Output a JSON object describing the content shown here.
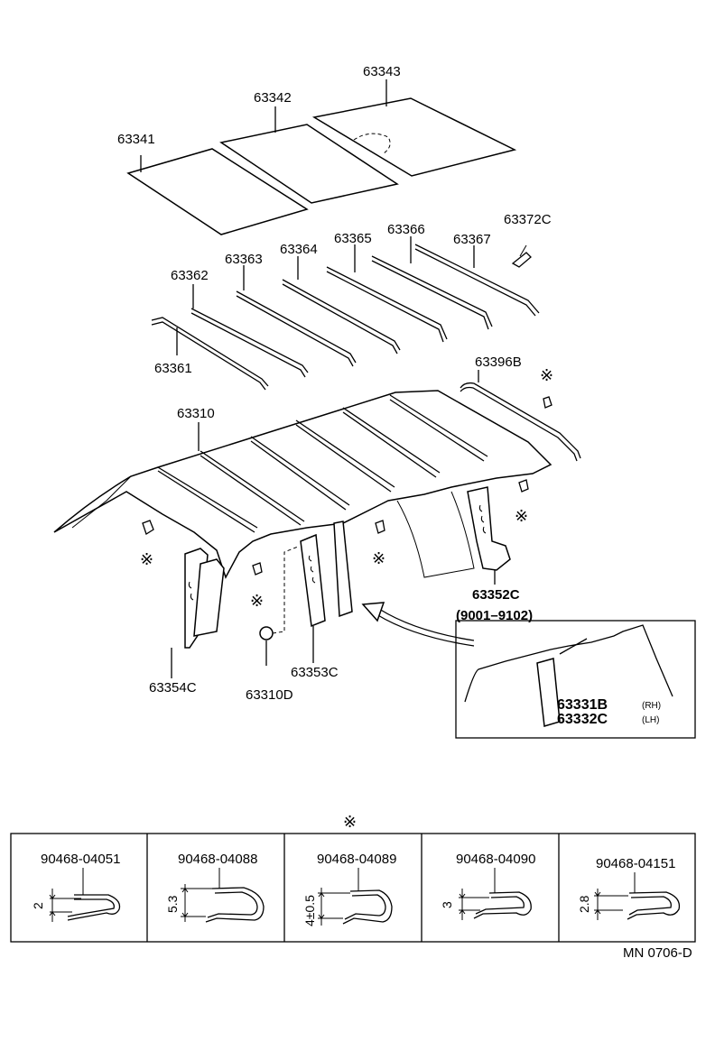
{
  "parts": {
    "p63341": "63341",
    "p63342": "63342",
    "p63343": "63343",
    "p63361": "63361",
    "p63362": "63362",
    "p63363": "63363",
    "p63364": "63364",
    "p63365": "63365",
    "p63366": "63366",
    "p63367": "63367",
    "p63372c": "63372C",
    "p63396b": "63396B",
    "p63310": "63310",
    "p63352c": "63352C",
    "p63352c_range": "(9001–9102)",
    "p63354c": "63354C",
    "p63310d": "63310D",
    "p63353c": "63353C",
    "p63331b": "63331B",
    "p63331b_side": "(RH)",
    "p63332c": "63332C",
    "p63332c_side": "(LH)"
  },
  "clip_marker": "※",
  "clips": [
    {
      "part": "90468-04051",
      "dim": "2"
    },
    {
      "part": "90468-04088",
      "dim": "5.3"
    },
    {
      "part": "90468-04089",
      "dim": "4±0.5"
    },
    {
      "part": "90468-04090",
      "dim": "3"
    },
    {
      "part": "90468-04151",
      "dim": "2.8"
    }
  ],
  "footer_code": "MN 0706-D"
}
